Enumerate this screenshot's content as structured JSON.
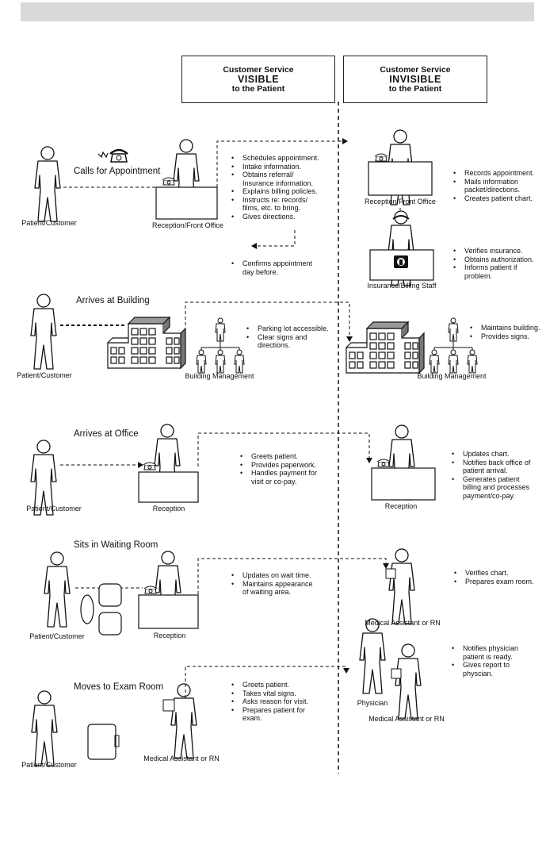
{
  "header_visible": {
    "line1": "Customer Service",
    "line2": "VISIBLE",
    "line3": "to  the Patient"
  },
  "header_invisible": {
    "line1": "Customer Service",
    "line2": "INVISIBLE",
    "line3": "to  the Patient"
  },
  "steps": {
    "calls": {
      "title": "Calls for Appointment",
      "patient": "Patient/Customer",
      "staff": "Reception/Front Office",
      "visible": [
        "Schedules appointment.",
        "Intake information.",
        "Obtains referral/\nInsurance information.",
        "Explains billing policies.",
        "Instructs re: records/\nfilms, etc. to bring.",
        "Gives directions."
      ],
      "visible_2": [
        "Confirms appointment\nday before."
      ],
      "invisible_staff": "Reception/Front Office",
      "invisible": [
        "Records appointment.",
        "Mails information\npacket/directions.",
        "Creates patient chart."
      ],
      "insurance_staff": "Insurance/Billing Staff",
      "insurance": [
        "Verifies insurance.",
        "Obtains authorization.",
        "Informs patient if\nproblem."
      ]
    },
    "building": {
      "title": "Arrives at Building",
      "patient": "Patient/Customer",
      "staff": "Building Management",
      "visible": [
        "Parking lot accessible.",
        "Clear signs and\ndirections."
      ],
      "invisible_staff": "Building Management",
      "invisible": [
        "Maintains building.",
        "Provides signs."
      ]
    },
    "office": {
      "title": "Arrives at Office",
      "patient": "Patient/Customer",
      "staff": "Reception",
      "visible": [
        "Greets patient.",
        "Provides paperwork.",
        "Handles payment for\nvisit or co-pay."
      ],
      "invisible_staff": "Reception",
      "invisible": [
        "Updates chart.",
        "Notifies back office of\npatient arrival.",
        "Generates patient\nbilling and processes\npayment/co-pay."
      ]
    },
    "waiting": {
      "title": "Sits in Waiting Room",
      "patient": "Patient/Customer",
      "staff": "Reception",
      "visible": [
        "Updates on wait time.",
        "Maintains appearance\nof waiting area."
      ],
      "invisible_staff": "Medical Assistant or RN",
      "invisible": [
        "Verifies chart.",
        "Prepares exam room."
      ]
    },
    "exam": {
      "title": "Moves to Exam Room",
      "patient": "Patient/Customer",
      "staff": "Medical Assistant or RN",
      "visible": [
        "Greets patient.",
        "Takes vital signs.",
        "Asks reason for visit.",
        "Prepares patient for\nexam."
      ],
      "physician": "Physician",
      "invisible_staff": "Medical Assistant or RN",
      "invisible": [
        "Notifies physician\npatient is ready.",
        "Gives report to\nphyscian."
      ]
    }
  }
}
